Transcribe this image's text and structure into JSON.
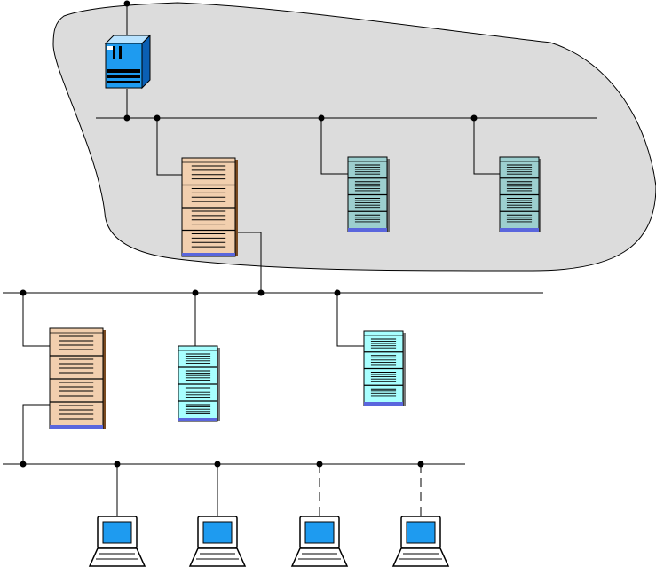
{
  "diagram": {
    "colors": {
      "cloud_fill": "#dcdcdc",
      "cloud_stroke": "#000000",
      "line": "#000000",
      "router_body": "#1e9bf0",
      "router_top": "#b9e3ff",
      "router_side": "#0a5fb4",
      "server_tan_front": "#f2cfae",
      "server_tan_side": "#7a4a20",
      "server_teal_front": "#9ccfcf",
      "server_teal_side": "#6c6c6c",
      "server_cyan_front": "#a8ffff",
      "server_cyan_side": "#7a7a7a",
      "server_base": "#5a66dd",
      "pc_screen": "#1e9bf0",
      "pc_frame": "#000000"
    },
    "devices": {
      "router": {
        "icon": "mainframe-router-icon"
      },
      "servers": [
        {
          "id": "gateway-server",
          "icon": "tower-server-icon",
          "style": "tan",
          "segment": "backbone"
        },
        {
          "id": "server-teal-1",
          "icon": "tower-server-icon",
          "style": "teal",
          "segment": "backbone"
        },
        {
          "id": "server-teal-2",
          "icon": "tower-server-icon",
          "style": "teal",
          "segment": "backbone"
        },
        {
          "id": "bridge-server",
          "icon": "tower-server-icon",
          "style": "tan",
          "segment": "middle"
        },
        {
          "id": "server-cyan-1",
          "icon": "tower-server-icon",
          "style": "cyan",
          "segment": "middle"
        },
        {
          "id": "server-cyan-2",
          "icon": "tower-server-icon",
          "style": "cyan",
          "segment": "middle"
        }
      ],
      "workstations": [
        {
          "id": "workstation-1",
          "icon": "laptop-terminal-icon",
          "link": "solid"
        },
        {
          "id": "workstation-2",
          "icon": "laptop-terminal-icon",
          "link": "solid"
        },
        {
          "id": "workstation-3",
          "icon": "laptop-terminal-icon",
          "link": "wireless"
        },
        {
          "id": "workstation-4",
          "icon": "laptop-terminal-icon",
          "link": "wireless"
        }
      ]
    }
  }
}
